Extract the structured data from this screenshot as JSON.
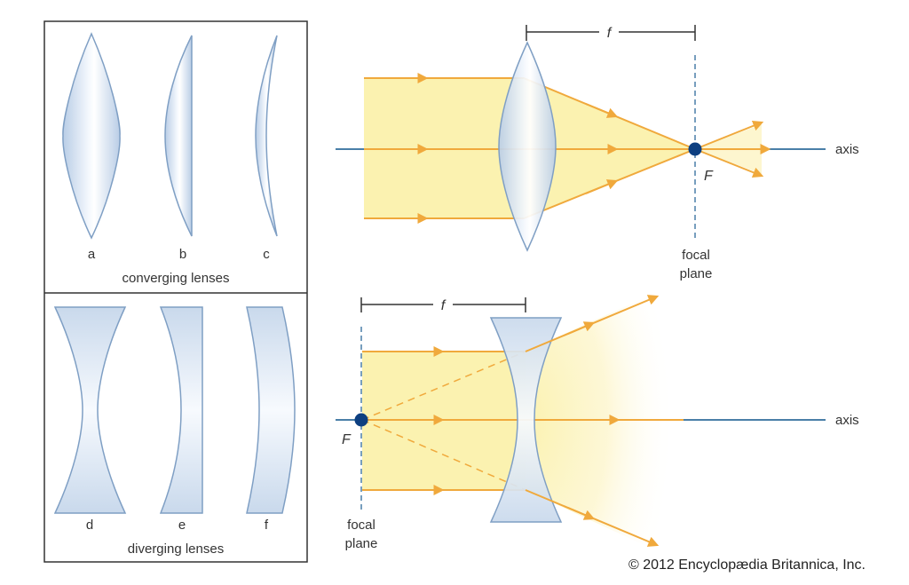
{
  "lens_panel": {
    "labels": {
      "a": "a",
      "b": "b",
      "c": "c",
      "d": "d",
      "e": "e",
      "f": "f"
    },
    "converging_caption": "converging lenses",
    "diverging_caption": "diverging lenses"
  },
  "converging_diagram": {
    "focal_length_label": "f",
    "focal_point_label": "F",
    "axis_label": "axis",
    "focal_plane_line1": "focal",
    "focal_plane_line2": "plane"
  },
  "diverging_diagram": {
    "focal_length_label": "f",
    "focal_point_label": "F",
    "axis_label": "axis",
    "focal_plane_line1": "focal",
    "focal_plane_line2": "plane"
  },
  "copyright": "© 2012 Encyclopædia Britannica, Inc.",
  "colors": {
    "beam": "#fbf2b0",
    "ray": "#f0a93c",
    "axis": "#4a7fa8",
    "focal_point": "#0d3f80",
    "lens_fill": "#dbe6f3",
    "lens_edge": "#7f9fc4",
    "frame": "#333333"
  }
}
